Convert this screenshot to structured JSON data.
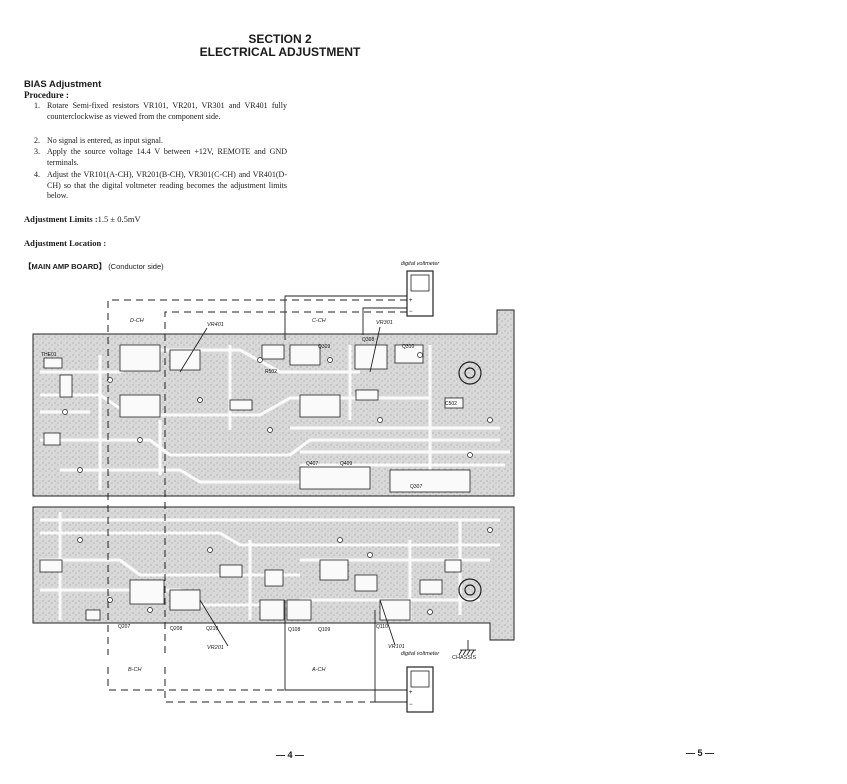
{
  "section": {
    "title": "SECTION 2",
    "subtitle": "ELECTRICAL ADJUSTMENT"
  },
  "bias": {
    "heading": "BIAS Adjustment",
    "procedure_heading": "Procedure :",
    "steps": [
      {
        "num": "1.",
        "text": "Rotare Semi-fixed resistors VR101, VR201, VR301 and VR401 fully counterclockwise as viewed from the component side."
      },
      {
        "num": "2.",
        "text": "No signal is entered, as input signal."
      },
      {
        "num": "3.",
        "text": "Apply the source voltage 14.4 V between +12V, REMOTE and GND terminals."
      },
      {
        "num": "4.",
        "text": "Adjust the VR101(A-CH), VR201(B-CH), VR301(C-CH) and VR401(D-CH) so that the digital voltmeter reading becomes the adjustment limits below."
      }
    ],
    "limits_label": "Adjustment Limits :",
    "limits_value": "1.5 ± 0.5mV",
    "location_heading": "Adjustment Location :",
    "board_label": "【MAIN AMP BOARD】",
    "board_side": "(Conductor side)"
  },
  "diagram": {
    "channels": {
      "d": "D-CH",
      "c": "C-CH",
      "b": "B-CH",
      "a": "A-CH"
    },
    "vr": {
      "vr401": "VR401",
      "vr301": "VR301",
      "vr201": "VR201",
      "vr101": "VR101"
    },
    "meter_label": "digital voltmeter",
    "chassis": "CHASSIS",
    "plus": "+",
    "minus": "−",
    "parts": [
      "Q308",
      "Q309",
      "Q310",
      "Q407",
      "Q409",
      "Q207",
      "Q208",
      "Q210",
      "Q108",
      "Q109",
      "Q110",
      "Q307",
      "THE01",
      "R502",
      "C502"
    ]
  },
  "pages": {
    "left": "— 4 —",
    "right": "— 5 —"
  }
}
